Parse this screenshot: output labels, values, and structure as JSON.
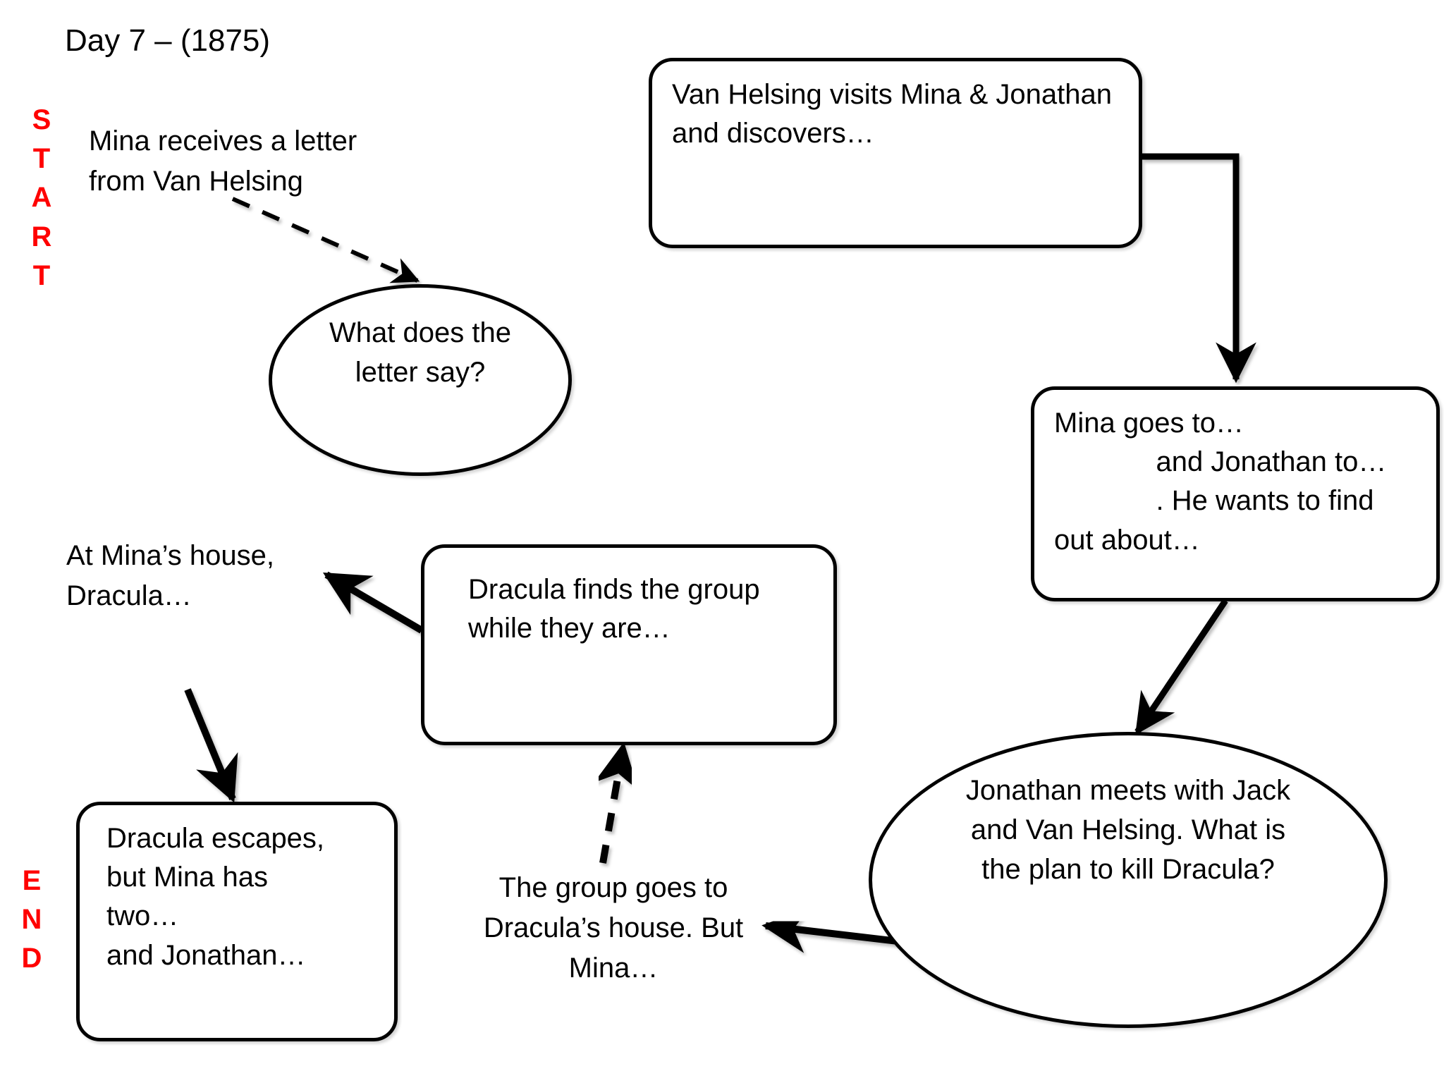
{
  "slide": {
    "title": "Day 7 – (1875)",
    "background_color": "#ffffff",
    "accent_color": "#FF0000",
    "line_color": "#000000"
  },
  "markers": {
    "start_label": "S\nT\nA\nR\nT",
    "end_label": "E\nN\nD"
  },
  "nodes": {
    "mina_letter": {
      "shape": "text",
      "text": "Mina receives a letter\nfrom Van Helsing"
    },
    "van_helsing_visits": {
      "shape": "rounded-rect",
      "text": "Van Helsing visits Mina & Jonathan\nand discovers…"
    },
    "letter_question": {
      "shape": "ellipse",
      "text": "What does the\nletter say?"
    },
    "mina_goes_to": {
      "shape": "rounded-rect",
      "text": "Mina goes to…\n             and Jonathan to…\n             . He wants to find\nout about…"
    },
    "at_minas_house": {
      "shape": "text",
      "text": "At Mina’s house,\nDracula…"
    },
    "dracula_finds_group": {
      "shape": "rounded-rect",
      "text": "Dracula finds the group\nwhile they are…"
    },
    "jonathan_meets": {
      "shape": "ellipse",
      "text": "Jonathan meets with Jack\nand Van Helsing. What is\nthe plan to kill Dracula?"
    },
    "group_goes_to": {
      "shape": "text",
      "text": "The group goes to\nDracula’s house. But\nMina…"
    },
    "dracula_escapes": {
      "shape": "rounded-rect",
      "text": "Dracula escapes,\nbut Mina has\ntwo…\nand Jonathan…"
    }
  },
  "edges": [
    {
      "id": "e1",
      "from": "mina_letter",
      "to": "van_helsing_visits",
      "style": "solid",
      "arrow": "end"
    },
    {
      "id": "e2",
      "from": "mina_letter",
      "to": "letter_question",
      "style": "dashed",
      "arrow": "end"
    },
    {
      "id": "e3",
      "from": "van_helsing_visits",
      "to": "mina_goes_to",
      "style": "solid-elbow",
      "arrow": "end"
    },
    {
      "id": "e4",
      "from": "mina_goes_to",
      "to": "jonathan_meets",
      "style": "solid",
      "arrow": "end"
    },
    {
      "id": "e5",
      "from": "jonathan_meets",
      "to": "group_goes_to",
      "style": "solid",
      "arrow": "end"
    },
    {
      "id": "e6",
      "from": "group_goes_to",
      "to": "dracula_finds_group",
      "style": "dashed",
      "arrow": "end"
    },
    {
      "id": "e7",
      "from": "dracula_finds_group",
      "to": "at_minas_house",
      "style": "solid",
      "arrow": "end"
    },
    {
      "id": "e8",
      "from": "at_minas_house",
      "to": "dracula_escapes",
      "style": "solid",
      "arrow": "end"
    }
  ]
}
